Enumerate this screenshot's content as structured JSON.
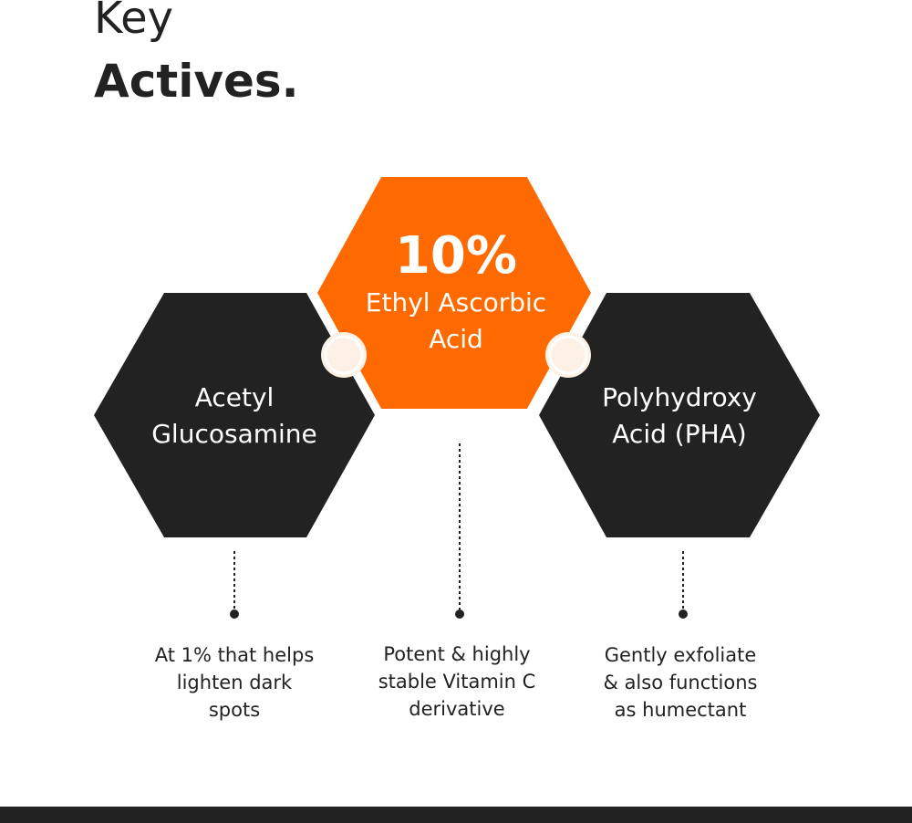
{
  "heading": {
    "line1": "Key",
    "line2": "Actives."
  },
  "actives": {
    "left": {
      "name_line1": "Acetyl",
      "name_line2": "Glucosamine",
      "desc_line1": "At 1% that helps",
      "desc_line2": "lighten dark",
      "desc_line3": "spots"
    },
    "center": {
      "percent": "10%",
      "name_line1": "Ethyl Ascorbic",
      "name_line2": "Acid",
      "desc_line1": "Potent & highly",
      "desc_line2": "stable Vitamin C",
      "desc_line3": "derivative"
    },
    "right": {
      "name_line1": "Polyhydroxy",
      "name_line2": "Acid (PHA)",
      "desc_line1": "Gently exfoliate",
      "desc_line2": "& also functions",
      "desc_line3": "as humectant"
    }
  },
  "colors": {
    "orange": "#FF6A00",
    "dark": "#222222",
    "white": "#FFFFFF"
  }
}
